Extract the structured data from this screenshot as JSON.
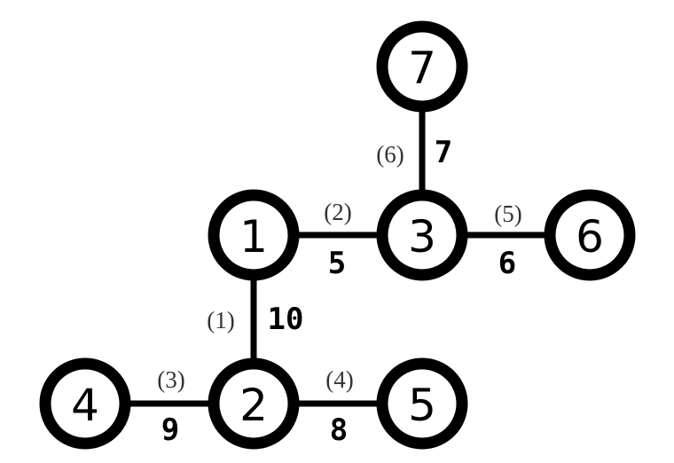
{
  "graph": {
    "nodes": [
      {
        "id": "1",
        "label": "1"
      },
      {
        "id": "2",
        "label": "2"
      },
      {
        "id": "3",
        "label": "3"
      },
      {
        "id": "4",
        "label": "4"
      },
      {
        "id": "5",
        "label": "5"
      },
      {
        "id": "6",
        "label": "6"
      },
      {
        "id": "7",
        "label": "7"
      }
    ],
    "edges": [
      {
        "from": "1",
        "to": "2",
        "index": "(1)",
        "weight": "10"
      },
      {
        "from": "1",
        "to": "3",
        "index": "(2)",
        "weight": "5"
      },
      {
        "from": "2",
        "to": "4",
        "index": "(3)",
        "weight": "9"
      },
      {
        "from": "2",
        "to": "5",
        "index": "(4)",
        "weight": "8"
      },
      {
        "from": "3",
        "to": "6",
        "index": "(5)",
        "weight": "6"
      },
      {
        "from": "3",
        "to": "7",
        "index": "(6)",
        "weight": "7"
      }
    ]
  },
  "colors": {
    "stroke": "#000000",
    "fill": "#ffffff",
    "index_text": "#333333"
  }
}
